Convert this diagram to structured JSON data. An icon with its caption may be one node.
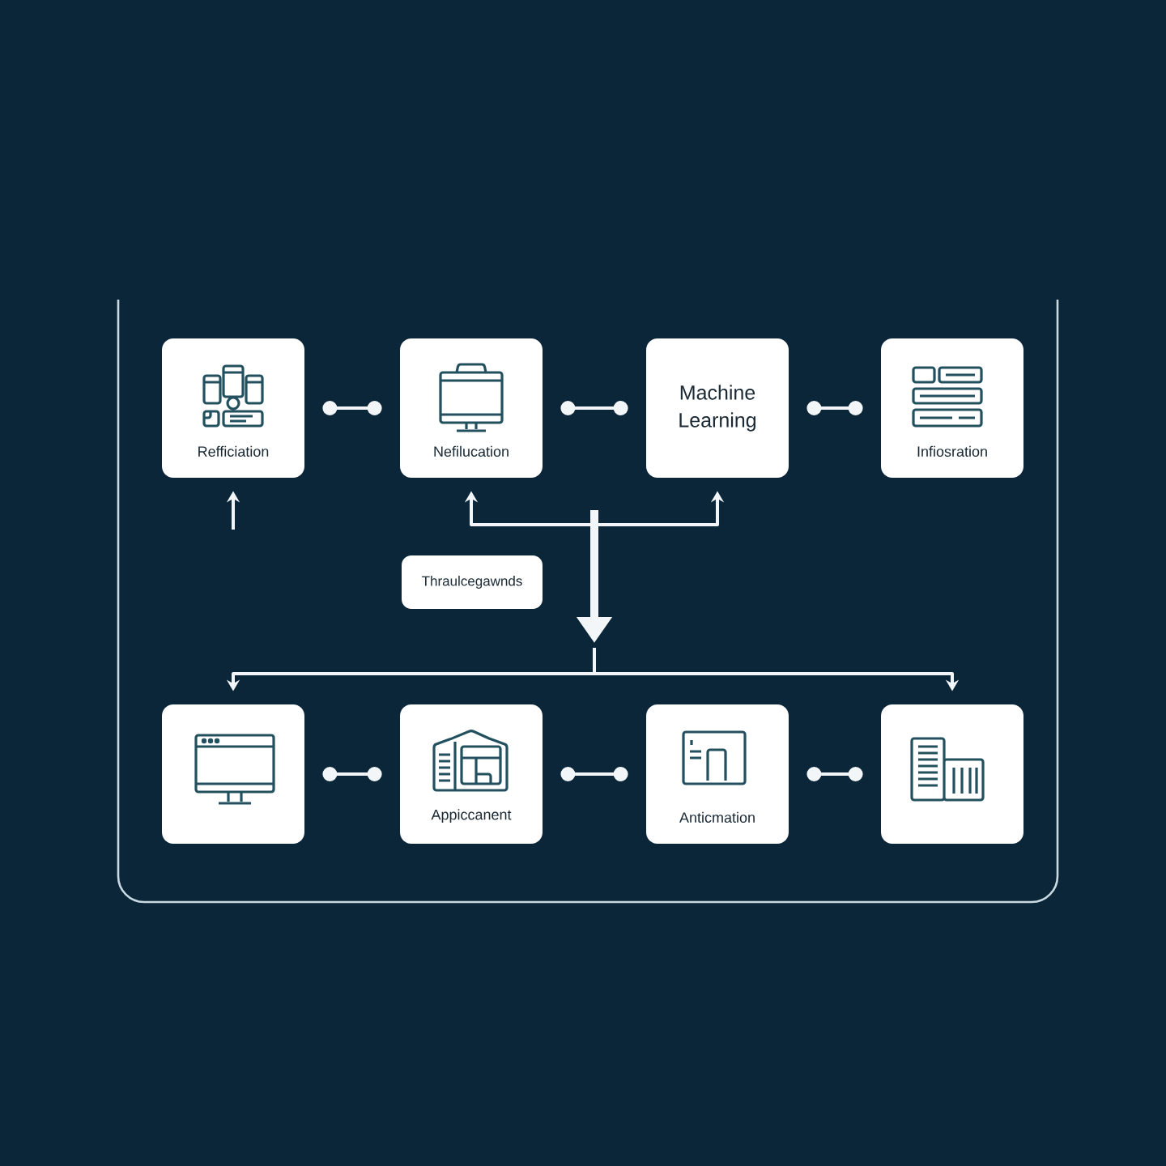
{
  "diagram": {
    "nodes": [
      {
        "text": [
          "Refficiation"
        ]
      },
      {
        "text": [
          "Nefilucation"
        ]
      },
      {
        "text": [
          "Machine Learning"
        ]
      },
      {
        "text": [
          "Infiosration"
        ]
      },
      {
        "text": [
          "Thraulcegawnds"
        ]
      },
      {
        "text": [],
        "shape": "box"
      },
      {
        "text": [
          "Appiccanent"
        ]
      },
      {
        "text": [
          "Anticmation"
        ]
      },
      {
        "text": [],
        "shape": "box"
      }
    ],
    "edges": [
      {
        "from": 0,
        "to": 1,
        "arrow": "other"
      },
      {
        "from": 1,
        "to": 2,
        "arrow": "other"
      },
      {
        "from": 2,
        "to": 3,
        "arrow": "other"
      },
      {
        "from": 5,
        "to": 6,
        "arrow": "other"
      },
      {
        "from": 6,
        "to": 7,
        "arrow": "other"
      },
      {
        "from": 7,
        "to": 8,
        "arrow": "other"
      },
      {
        "from": null,
        "to": 0,
        "arrow": "to"
      },
      {
        "from": null,
        "to": 1,
        "arrow": "to"
      },
      {
        "from": null,
        "to": 2,
        "arrow": "to"
      },
      {
        "from": null,
        "to": 5,
        "arrow": "to"
      },
      {
        "from": null,
        "to": 8,
        "arrow": "to"
      }
    ]
  }
}
